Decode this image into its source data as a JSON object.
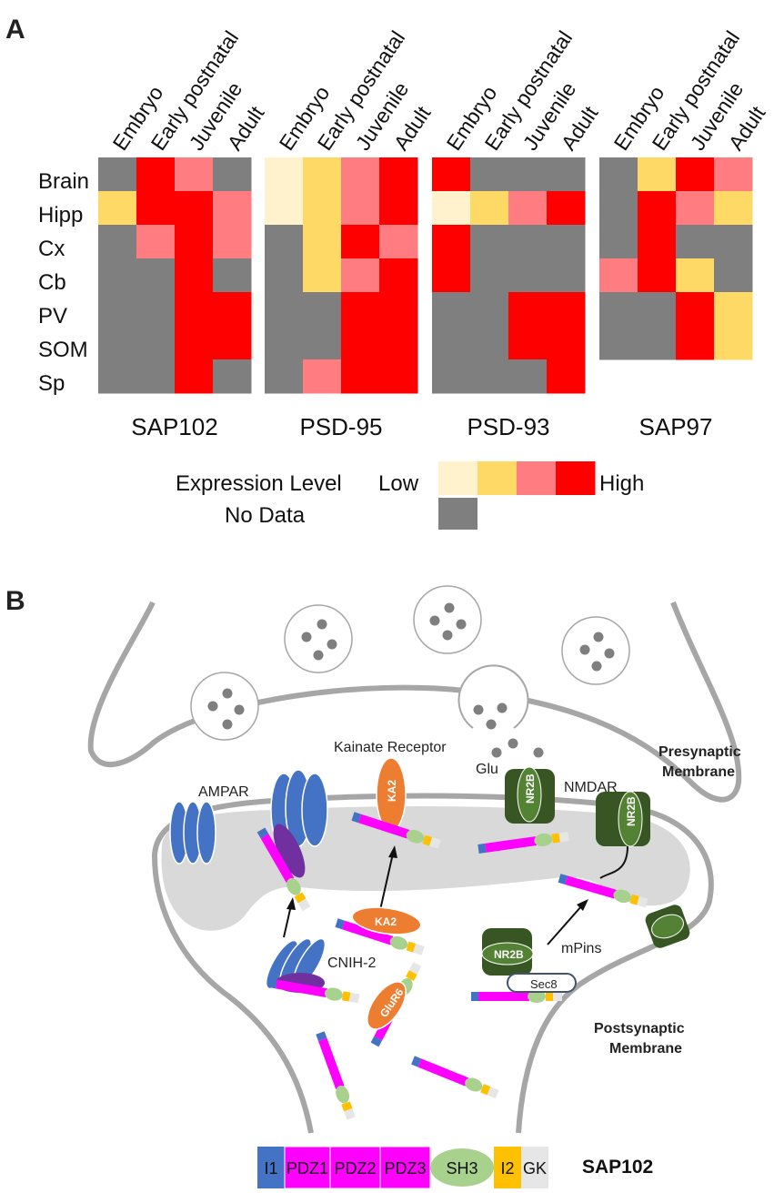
{
  "panel_a": {
    "letter": "A",
    "stages": [
      "Embryo",
      "Early postnatal",
      "Juvenile",
      "Adult"
    ],
    "regions": [
      "Brain",
      "Hipp",
      "Cx",
      "Cb",
      "PV",
      "SOM",
      "Sp"
    ],
    "level_colors": {
      "0": "#7f7f7f",
      "1": "#fff2cc",
      "2": "#ffd966",
      "3": "#ff7c80",
      "4": "#ff0000"
    },
    "heatmaps": [
      {
        "name": "SAP102",
        "cells": [
          [
            0,
            4,
            3,
            0
          ],
          [
            2,
            4,
            4,
            3
          ],
          [
            0,
            3,
            4,
            3
          ],
          [
            0,
            0,
            4,
            0
          ],
          [
            0,
            0,
            4,
            4
          ],
          [
            0,
            0,
            4,
            4
          ],
          [
            0,
            0,
            4,
            0
          ]
        ]
      },
      {
        "name": "PSD-95",
        "cells": [
          [
            1,
            2,
            3,
            4
          ],
          [
            1,
            2,
            3,
            4
          ],
          [
            0,
            2,
            4,
            3
          ],
          [
            0,
            2,
            3,
            4
          ],
          [
            0,
            0,
            4,
            4
          ],
          [
            0,
            0,
            4,
            4
          ],
          [
            0,
            3,
            4,
            4
          ]
        ]
      },
      {
        "name": "PSD-93",
        "cells": [
          [
            4,
            0,
            0,
            0
          ],
          [
            1,
            2,
            3,
            4
          ],
          [
            4,
            0,
            0,
            0
          ],
          [
            4,
            0,
            0,
            0
          ],
          [
            0,
            0,
            4,
            4
          ],
          [
            0,
            0,
            4,
            4
          ],
          [
            0,
            0,
            0,
            4
          ]
        ]
      },
      {
        "name": "SAP97",
        "cells": [
          [
            0,
            2,
            4,
            3
          ],
          [
            0,
            4,
            3,
            2
          ],
          [
            0,
            4,
            0,
            0
          ],
          [
            3,
            4,
            2,
            0
          ],
          [
            0,
            0,
            4,
            2
          ],
          [
            0,
            0,
            4,
            2
          ]
        ]
      }
    ],
    "legend": {
      "title": "Expression Level",
      "low": "Low",
      "high": "High",
      "no_data": "No Data"
    }
  },
  "panel_b": {
    "letter": "B",
    "labels": {
      "kainate": "Kainate Receptor",
      "ampar": "AMPAR",
      "glu": "Glu",
      "nmdar": "NMDAR",
      "presynaptic": [
        "Presynaptic",
        "Membrane"
      ],
      "postsynaptic": [
        "Postsynaptic",
        "Membrane"
      ],
      "cnih": "CNIH-2",
      "mpins": "mPins",
      "sec8": "Sec8",
      "ka2": "KA2",
      "nr2b": "NR2B",
      "glur6": "GluR6"
    },
    "domains": [
      {
        "label": "I1",
        "color": "#4472c4"
      },
      {
        "label": "PDZ1",
        "color": "#ff00ff"
      },
      {
        "label": "PDZ2",
        "color": "#ff00ff"
      },
      {
        "label": "PDZ3",
        "color": "#ff00ff"
      },
      {
        "label": "SH3",
        "color": "#a9d18e"
      },
      {
        "label": "I2",
        "color": "#ffc000"
      },
      {
        "label": "GK",
        "color": "#e7e6e6"
      }
    ],
    "protein_name": "SAP102"
  }
}
